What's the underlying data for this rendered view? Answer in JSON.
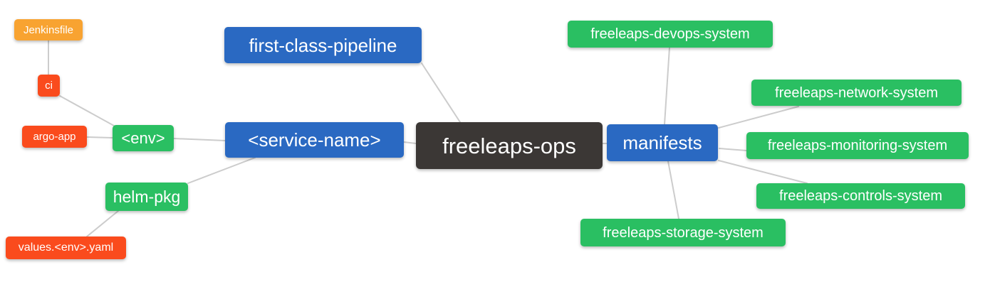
{
  "diagram": {
    "title": "freeleaps-ops mindmap",
    "colors": {
      "blue": "#2a69c2",
      "green": "#2abf62",
      "red": "#fa4b1d",
      "orange": "#f8a331",
      "dark": "#3b3735",
      "line": "#cccccc",
      "text": "#ffffff",
      "background": "#ffffff"
    },
    "nodes": [
      {
        "id": "jenkinsfile",
        "label": "Jenkinsfile",
        "color": "orange"
      },
      {
        "id": "ci",
        "label": "ci",
        "color": "red"
      },
      {
        "id": "argo-app",
        "label": "argo-app",
        "color": "red"
      },
      {
        "id": "env",
        "label": "<env>",
        "color": "green"
      },
      {
        "id": "helm-pkg",
        "label": "helm-pkg",
        "color": "green"
      },
      {
        "id": "values-env-yaml",
        "label": "values.<env>.yaml",
        "color": "red"
      },
      {
        "id": "first-class-pipeline",
        "label": "first-class-pipeline",
        "color": "blue"
      },
      {
        "id": "service-name",
        "label": "<service-name>",
        "color": "blue"
      },
      {
        "id": "freeleaps-ops",
        "label": "freeleaps-ops",
        "color": "dark"
      },
      {
        "id": "manifests",
        "label": "manifests",
        "color": "blue"
      },
      {
        "id": "freeleaps-devops-system",
        "label": "freeleaps-devops-system",
        "color": "green"
      },
      {
        "id": "freeleaps-network-system",
        "label": "freeleaps-network-system",
        "color": "green"
      },
      {
        "id": "freeleaps-monitoring-system",
        "label": "freeleaps-monitoring-system",
        "color": "green"
      },
      {
        "id": "freeleaps-controls-system",
        "label": "freeleaps-controls-system",
        "color": "green"
      },
      {
        "id": "freeleaps-storage-system",
        "label": "freeleaps-storage-system",
        "color": "green"
      }
    ],
    "edges": [
      "Jenkinsfile-ci",
      "ci-env",
      "argo-app-env",
      "env-service-name",
      "helm-pkg-service-name",
      "helm-pkg-values",
      "first-class-pipeline-ops",
      "service-name-ops",
      "ops-manifests",
      "devops-manifests",
      "manifests-network",
      "manifests-monitoring",
      "manifests-controls",
      "manifests-storage"
    ]
  }
}
